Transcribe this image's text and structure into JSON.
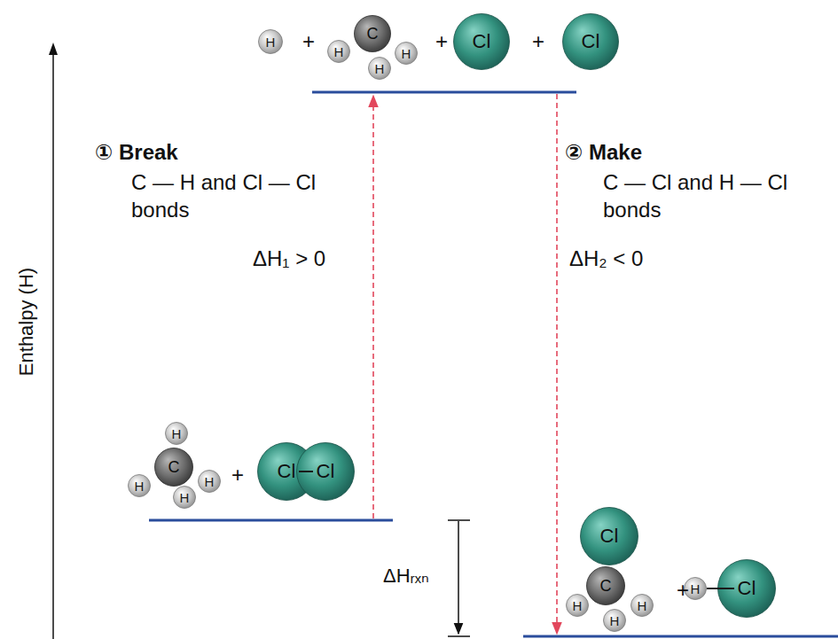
{
  "diagram": {
    "nodes": [
      {
        "text": [
          "H"
        ]
      },
      {
        "text": [
          "H"
        ]
      },
      {
        "text": [
          "C"
        ]
      },
      {
        "text": [
          "H"
        ]
      },
      {
        "text": [
          "H"
        ]
      },
      {
        "text": [
          "Cl"
        ]
      },
      {
        "text": [
          "Cl"
        ]
      },
      {
        "text": [
          "H"
        ]
      },
      {
        "text": [
          "C"
        ]
      },
      {
        "text": [
          "H"
        ]
      },
      {
        "text": [
          "H"
        ]
      },
      {
        "text": [
          "H"
        ]
      },
      {
        "text": [
          "Cl"
        ]
      },
      {
        "text": [
          "Cl"
        ]
      },
      {
        "text": [
          "Cl"
        ]
      },
      {
        "text": [
          "C"
        ]
      },
      {
        "text": [
          "H"
        ]
      },
      {
        "text": [
          "H"
        ]
      },
      {
        "text": [
          "H"
        ]
      },
      {
        "text": [
          "H"
        ]
      },
      {
        "text": [
          "Cl"
        ]
      }
    ],
    "labels": [
      "+",
      "+",
      "+",
      "① Break",
      "C — H and Cl — Cl bonds",
      "ΔH₁ > 0",
      "② Make",
      "C — Cl and H — Cl bonds",
      "ΔH₂ < 0",
      "Enthalpy (H)",
      "+",
      "+",
      "ΔHᵣₓₙ"
    ]
  }
}
